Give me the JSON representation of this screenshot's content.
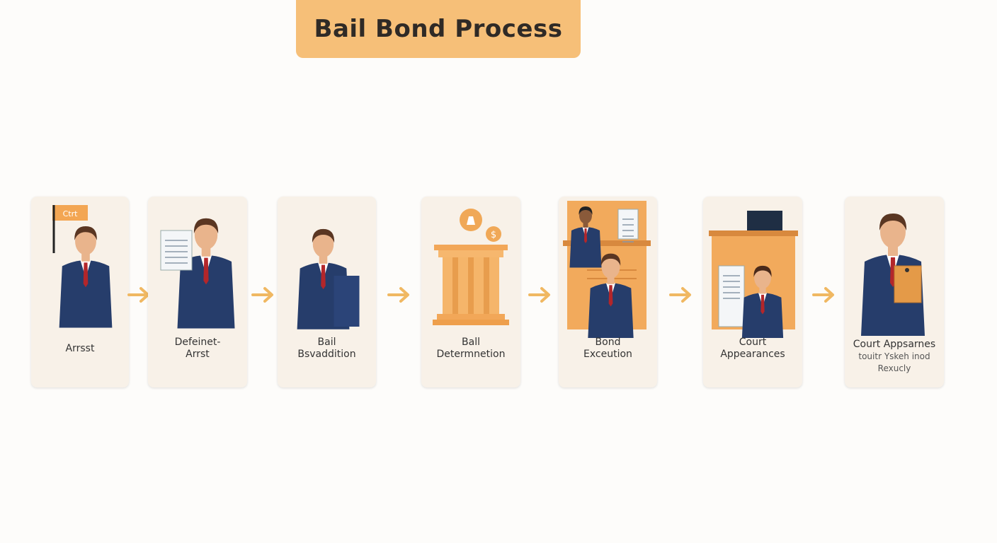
{
  "title": "Bail Bond Process",
  "colors": {
    "accent": "#f6bf78",
    "card": "#f8f1e8",
    "suit": "#263d6b",
    "tie": "#b3262a",
    "arrow": "#f0b862"
  },
  "steps": [
    {
      "label_lines": [
        "Arrsst"
      ],
      "sign": "Ctrt",
      "icon": "person-with-sign-icon"
    },
    {
      "label_lines": [
        "Defeinet-",
        "Arrst"
      ],
      "icon": "person-with-document-icon"
    },
    {
      "label_lines": [
        "Bail",
        "Bsvaddition"
      ],
      "icon": "person-with-folder-icon"
    },
    {
      "label_lines": [
        "Ball",
        "Determnetion"
      ],
      "icon": "pillar-podium-icon"
    },
    {
      "label_lines": [
        "Bond",
        "Exceution"
      ],
      "icon": "courtroom-bench-icon"
    },
    {
      "label_lines": [
        "Court",
        "Appearances"
      ],
      "icon": "court-desk-icon"
    },
    {
      "label_lines": [
        "Court Appsarnes",
        "touitr Yskeh inod",
        "Rexucly"
      ],
      "icon": "person-with-envelope-icon"
    }
  ]
}
